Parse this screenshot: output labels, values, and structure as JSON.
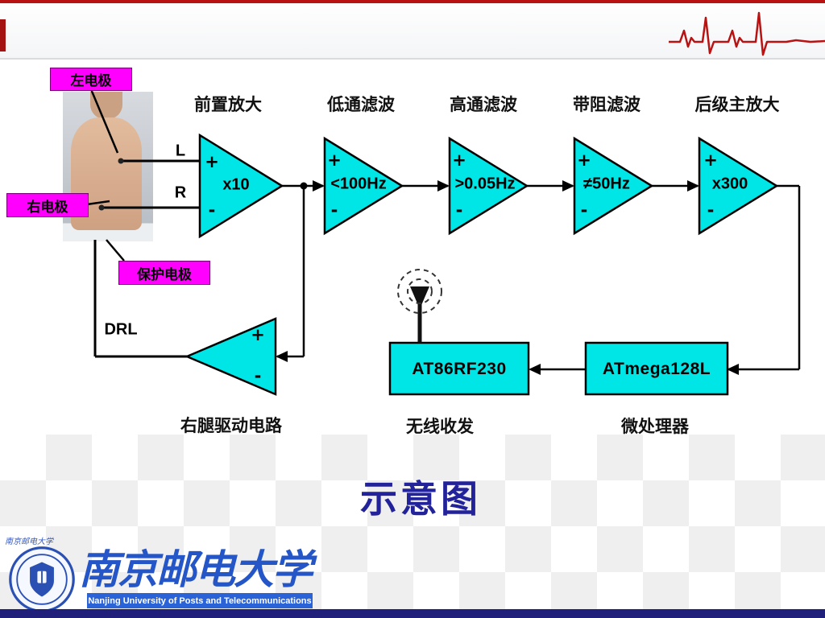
{
  "title": "示意图",
  "diagram": {
    "electrodes": {
      "left_label": "左电极",
      "right_label": "右电极",
      "guard_label": "保护电极"
    },
    "wires": {
      "l": "L",
      "r": "R",
      "drl": "DRL"
    },
    "stages": [
      {
        "title": "前置放大",
        "value": "x10",
        "plus": "+",
        "minus": "-"
      },
      {
        "title": "低通滤波",
        "value": "<100Hz",
        "plus": "+",
        "minus": "-"
      },
      {
        "title": "高通滤波",
        "value": ">0.05Hz",
        "plus": "+",
        "minus": "-"
      },
      {
        "title": "带阻滤波",
        "value": "≠50Hz",
        "plus": "+",
        "minus": "-"
      },
      {
        "title": "后级主放大",
        "value": "x300",
        "plus": "+",
        "minus": "-"
      }
    ],
    "drl_amp": {
      "plus": "+",
      "minus": "-",
      "caption": "右腿驱动电路"
    },
    "rf_box": {
      "label": "AT86RF230",
      "caption": "无线收发"
    },
    "mcu_box": {
      "label": "ATmega128L",
      "caption": "微处理器"
    }
  },
  "footer": {
    "seal_text": "南京邮电大学",
    "calligraphy": "南京邮电大学",
    "university_en": "Nanjing University of Posts and Telecommunications"
  },
  "colors": {
    "block_fill": "#00e6e6",
    "label_fill": "#ff00ff",
    "title_color": "#22229a",
    "accent_red": "#b81212",
    "footer_blue": "#2a62d8"
  }
}
